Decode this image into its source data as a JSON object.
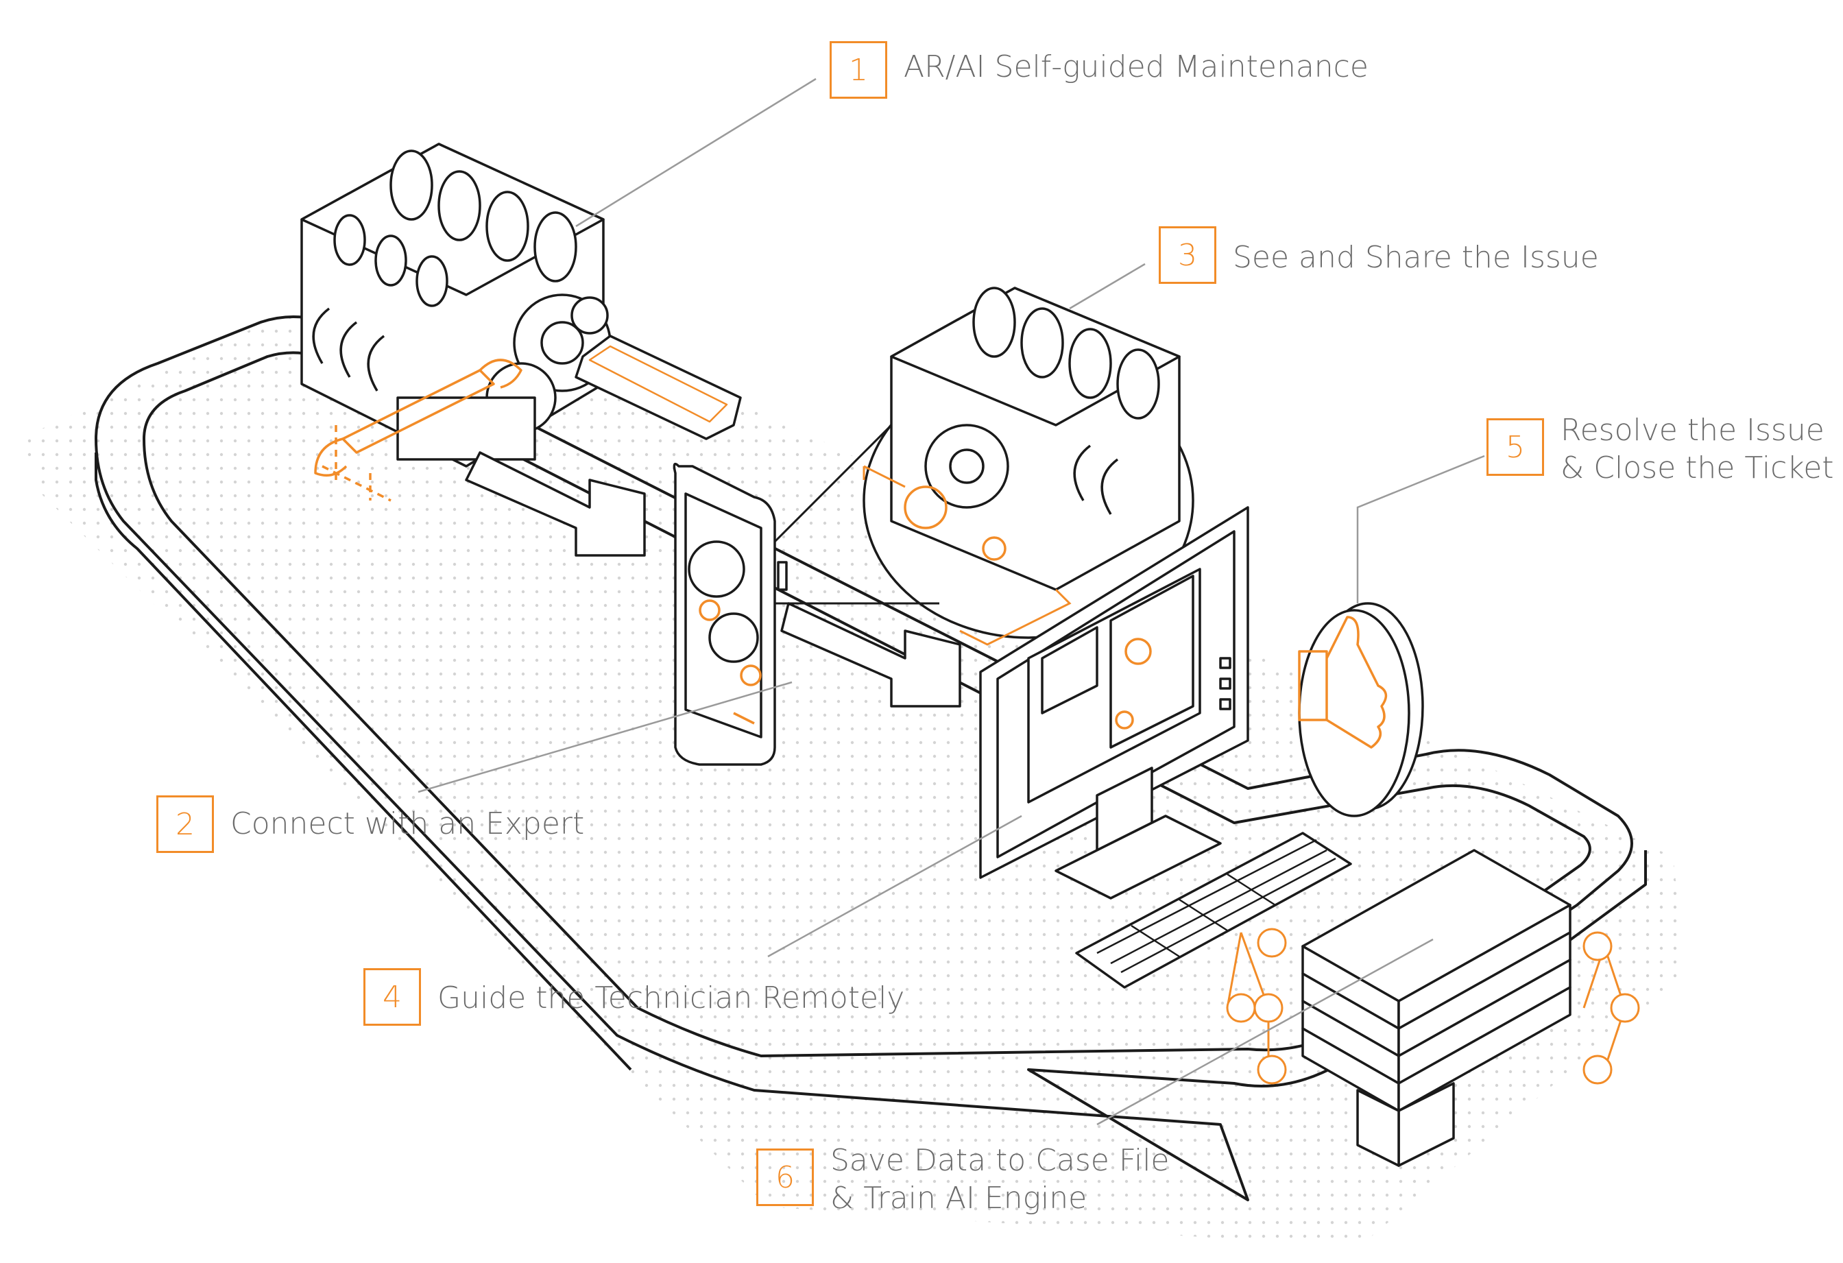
{
  "colors": {
    "accent": "#f28c28",
    "line": "#1a1a1a",
    "text": "#6b6b6b",
    "leader": "#9a9a9a",
    "dots": "#c9c9c9"
  },
  "steps": [
    {
      "number": "1",
      "lines": [
        "AR/AI Self-guided Maintenance"
      ]
    },
    {
      "number": "2",
      "lines": [
        "Connect with an Expert"
      ]
    },
    {
      "number": "3",
      "lines": [
        "See and Share the Issue"
      ]
    },
    {
      "number": "4",
      "lines": [
        "Guide the Technician Remotely"
      ]
    },
    {
      "number": "5",
      "lines": [
        "Resolve the Issue",
        "& Close the Ticket"
      ]
    },
    {
      "number": "6",
      "lines": [
        "Save Data to Case File",
        "& Train AI Engine"
      ]
    }
  ],
  "icons": {
    "engine": "engine-icon",
    "phone": "smartphone-icon",
    "monitor": "monitor-icon",
    "keyboard": "keyboard-icon",
    "thumbs_up": "thumbs-up-icon",
    "server": "server-stack-icon"
  }
}
